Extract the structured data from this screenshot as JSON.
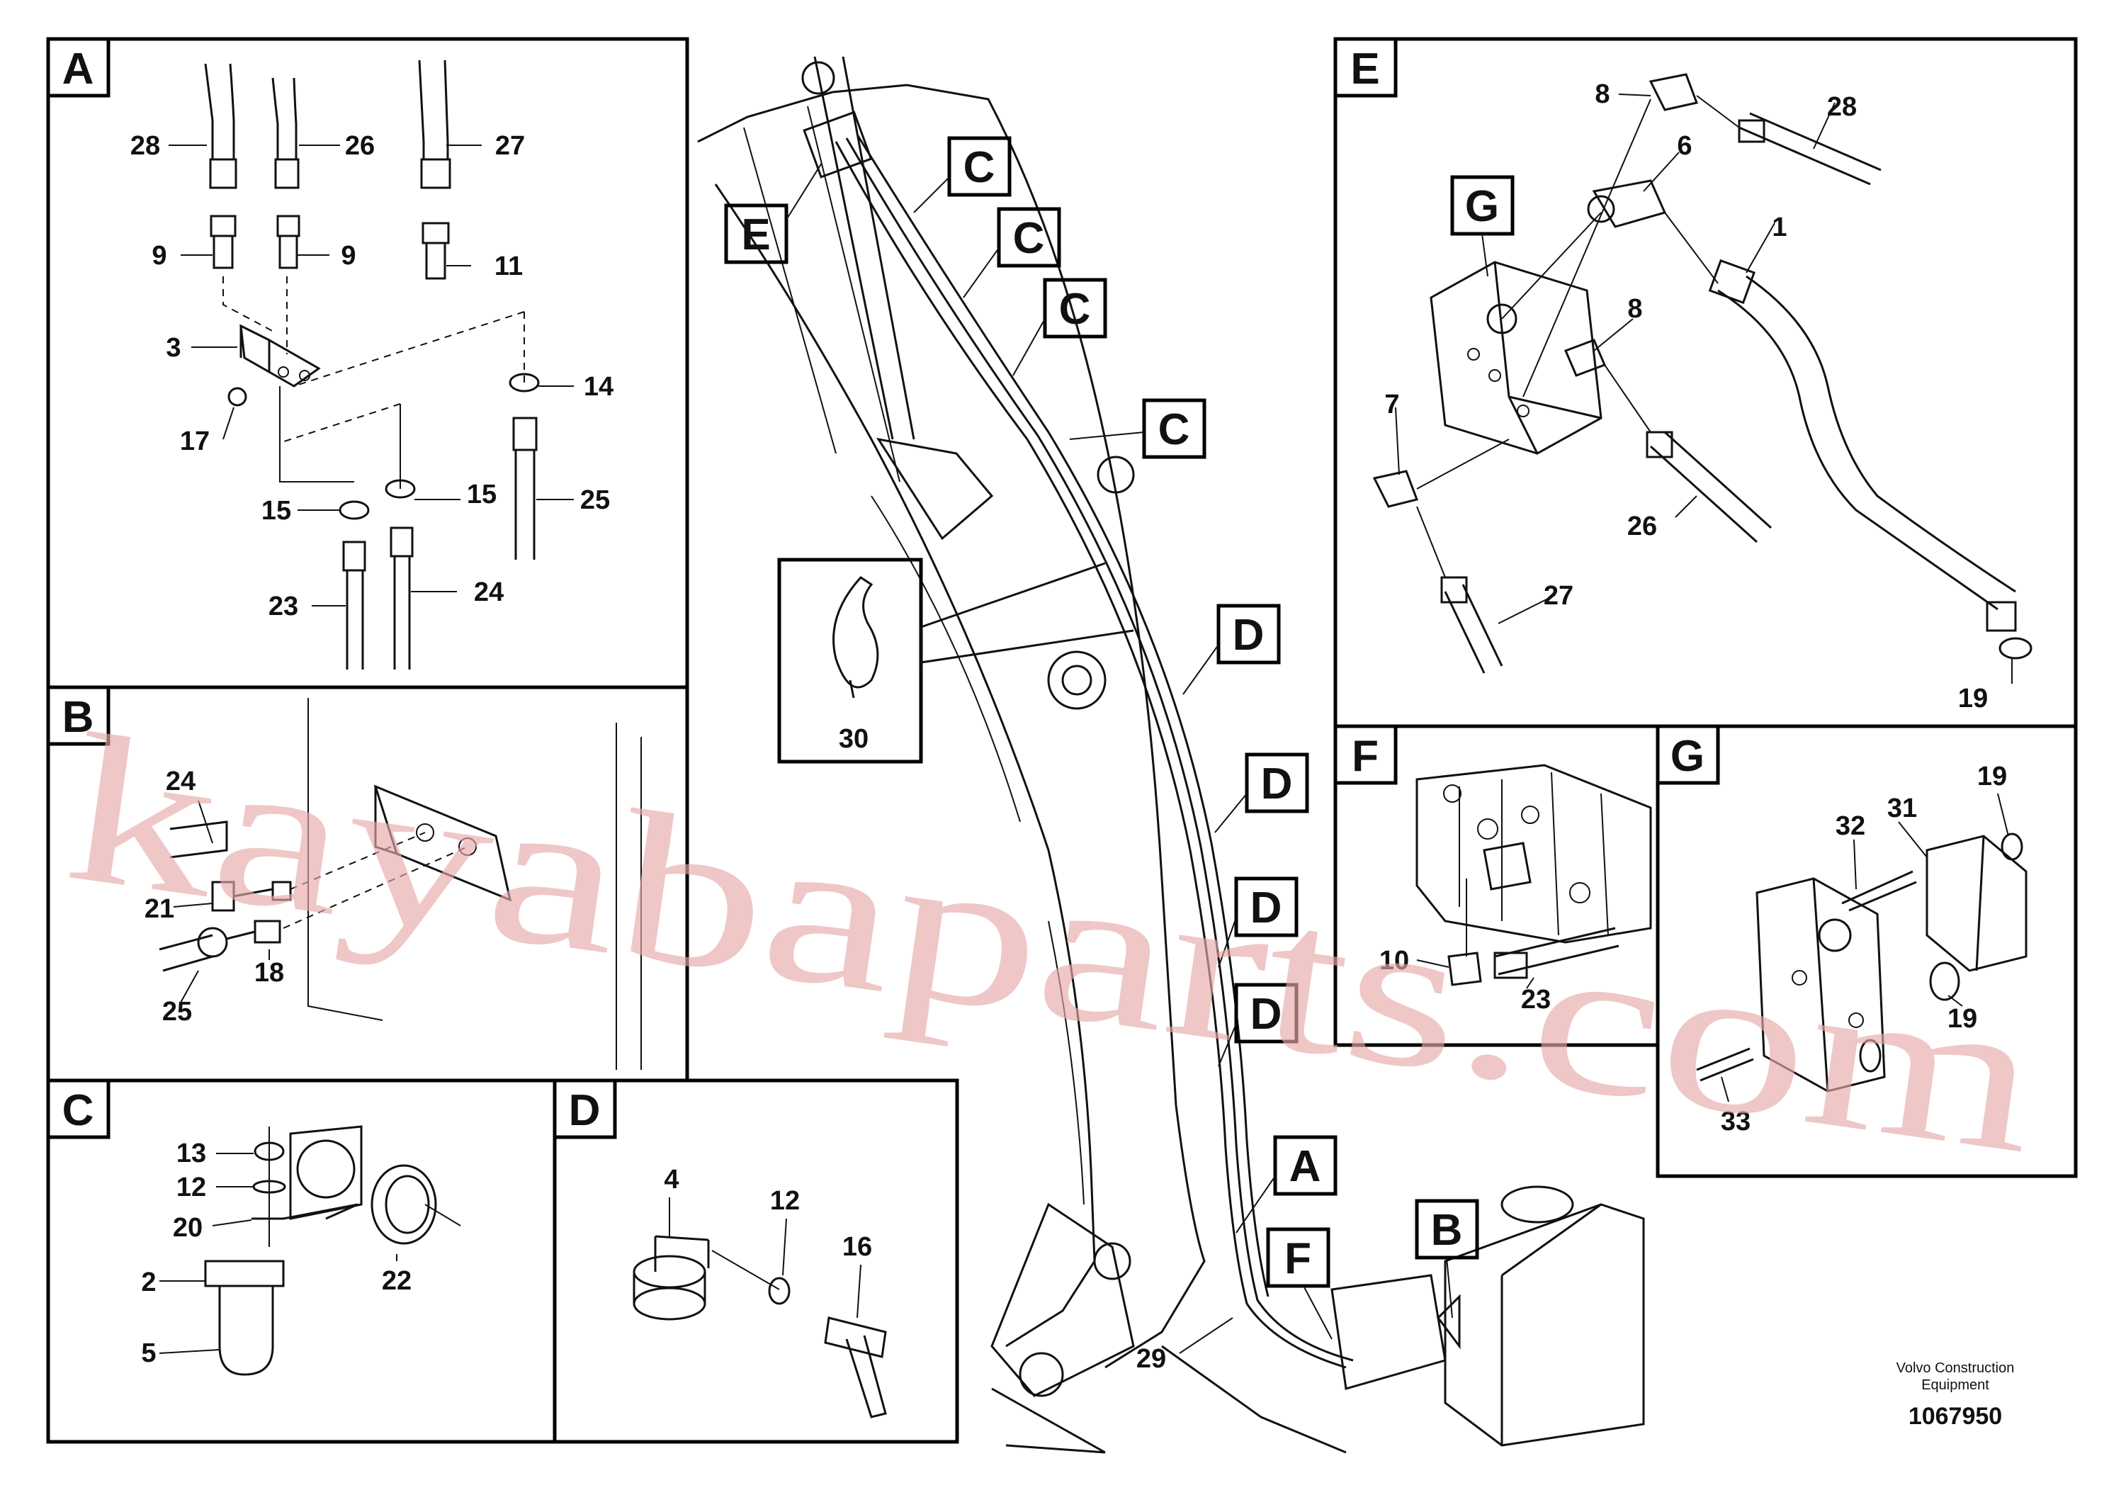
{
  "panels": {
    "A": {
      "label": "A",
      "parts": [
        "28",
        "26",
        "27",
        "9",
        "9",
        "11",
        "3",
        "14",
        "17",
        "15",
        "15",
        "25",
        "23",
        "24"
      ]
    },
    "B": {
      "label": "B",
      "parts": [
        "24",
        "21",
        "18",
        "25"
      ]
    },
    "C": {
      "label": "C",
      "parts": [
        "13",
        "12",
        "20",
        "2",
        "22",
        "5"
      ]
    },
    "D": {
      "label": "D",
      "parts": [
        "4",
        "12",
        "16"
      ]
    },
    "E": {
      "label": "E",
      "parts": [
        "8",
        "28",
        "6",
        "G",
        "1",
        "8",
        "7",
        "26",
        "27",
        "19"
      ]
    },
    "F": {
      "label": "F",
      "parts": [
        "10",
        "23"
      ]
    },
    "G": {
      "label": "G",
      "parts": [
        "31",
        "19",
        "32",
        "19",
        "33"
      ]
    }
  },
  "main": {
    "callouts": [
      "C",
      "C",
      "C",
      "C",
      "E",
      "D",
      "D",
      "D",
      "D",
      "A",
      "F",
      "B"
    ],
    "detail_30": "30",
    "part_29": "29"
  },
  "footer": {
    "company_line1": "Volvo Construction",
    "company_line2": "Equipment",
    "doc_number": "1067950"
  },
  "watermark": "kayabaparts.com"
}
